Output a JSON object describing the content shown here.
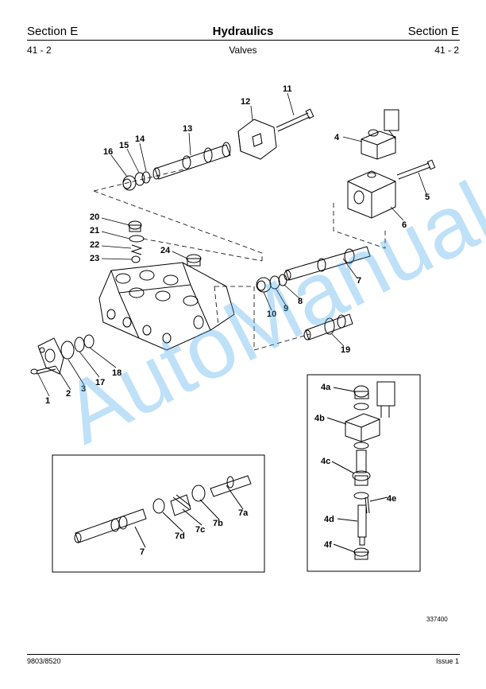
{
  "header": {
    "section_left": "Section E",
    "title": "Hydraulics",
    "section_right": "Section E",
    "page_left": "41 - 2",
    "subtitle": "Valves",
    "page_right": "41 - 2"
  },
  "labels": {
    "l1": "1",
    "l2": "2",
    "l3": "3",
    "l4": "4",
    "l5": "5",
    "l6": "6",
    "l7": "7",
    "l8": "8",
    "l9": "9",
    "l10": "10",
    "l11": "11",
    "l12": "12",
    "l13": "13",
    "l14": "14",
    "l15": "15",
    "l16": "16",
    "l17": "17",
    "l18": "18",
    "l19": "19",
    "l20": "20",
    "l21": "21",
    "l22": "22",
    "l23": "23",
    "l24": "24",
    "inset_7": "7",
    "inset_7a": "7a",
    "inset_7b": "7b",
    "inset_7c": "7c",
    "inset_7d": "7d",
    "inset_4a": "4a",
    "inset_4b": "4b",
    "inset_4c": "4c",
    "inset_4d": "4d",
    "inset_4e": "4e",
    "inset_4f": "4f"
  },
  "figure_number": "337400",
  "watermark": "AutoManual",
  "footer": {
    "doc_number": "9803/8520",
    "issue": "Issue 1"
  }
}
